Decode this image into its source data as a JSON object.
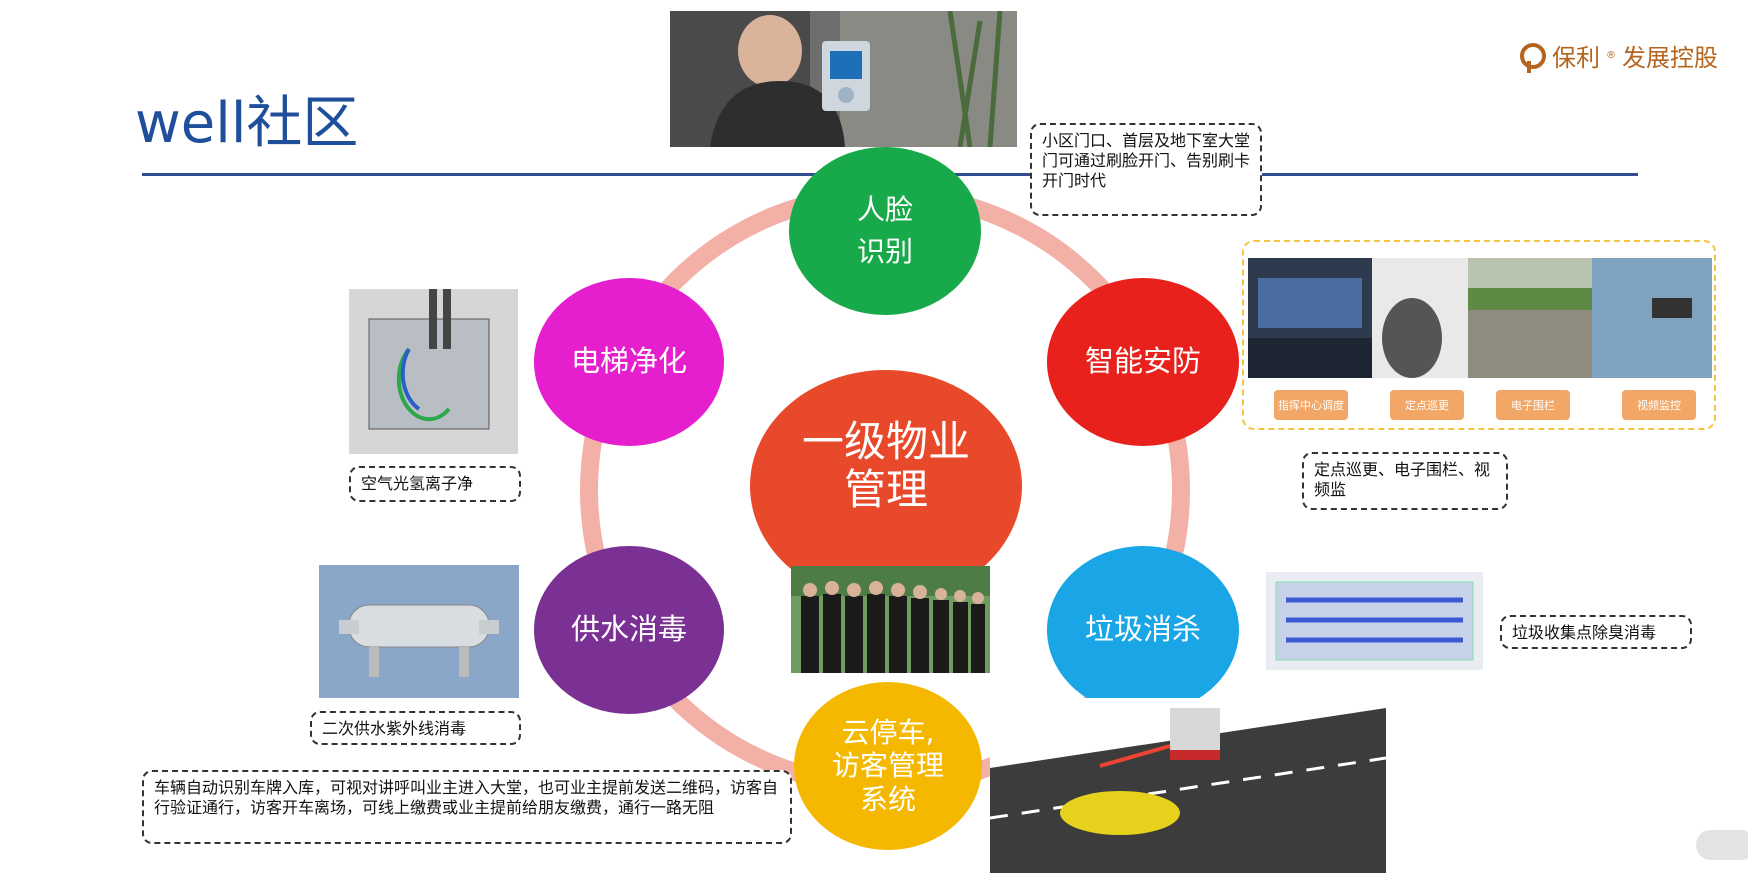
{
  "header": {
    "title": "well社区",
    "logo_text": "保利",
    "logo_sup": "®",
    "logo_subtext": "发展控股"
  },
  "center": {
    "line1": "一级物业",
    "line2": "管理"
  },
  "nodes": {
    "face": {
      "line1": "人脸",
      "line2": "识别",
      "color": "#18a94a"
    },
    "security": {
      "label": "智能安防",
      "color": "#e8211c"
    },
    "garbage": {
      "label": "垃圾消杀",
      "color": "#19a5e6"
    },
    "parking": {
      "line1": "云停车,",
      "line2": "访客管理",
      "line3": "系统",
      "color": "#f5b800"
    },
    "water": {
      "label": "供水消毒",
      "color": "#7b3094"
    },
    "elevator": {
      "label": "电梯净化",
      "color": "#e61fce"
    },
    "center_color": "#e8492a"
  },
  "notes": {
    "face": "小区门口、首层及地下室大堂门可通过刷脸开门、告别刷卡开门时代",
    "security": "定点巡更、电子围栏、视频监",
    "garbage": "垃圾收集点除臭消毒",
    "water": "二次供水紫外线消毒",
    "elevator": "空气光氢离子净",
    "parking": "车辆自动识别车牌入库，可视对讲呼叫业主进入大堂，也可业主提前发送二维码，访客自行验证通行，访客开车离场，可线上缴费或业主提前给朋友缴费，通行一路无阻"
  },
  "security_panel": {
    "chips": [
      "指挥中心调度",
      "定点巡更",
      "电子围栏",
      "视频监控"
    ]
  },
  "icons": {
    "face_photo": "face-recognition-photo",
    "security_photo": "security-monitoring-photo",
    "elevator_photo": "elevator-purifier-photo",
    "water_photo": "uv-sterilizer-photo",
    "guards_photo": "security-guards-photo",
    "garbage_photo": "uv-lamp-photo",
    "parking_photo": "parking-gate-photo"
  }
}
